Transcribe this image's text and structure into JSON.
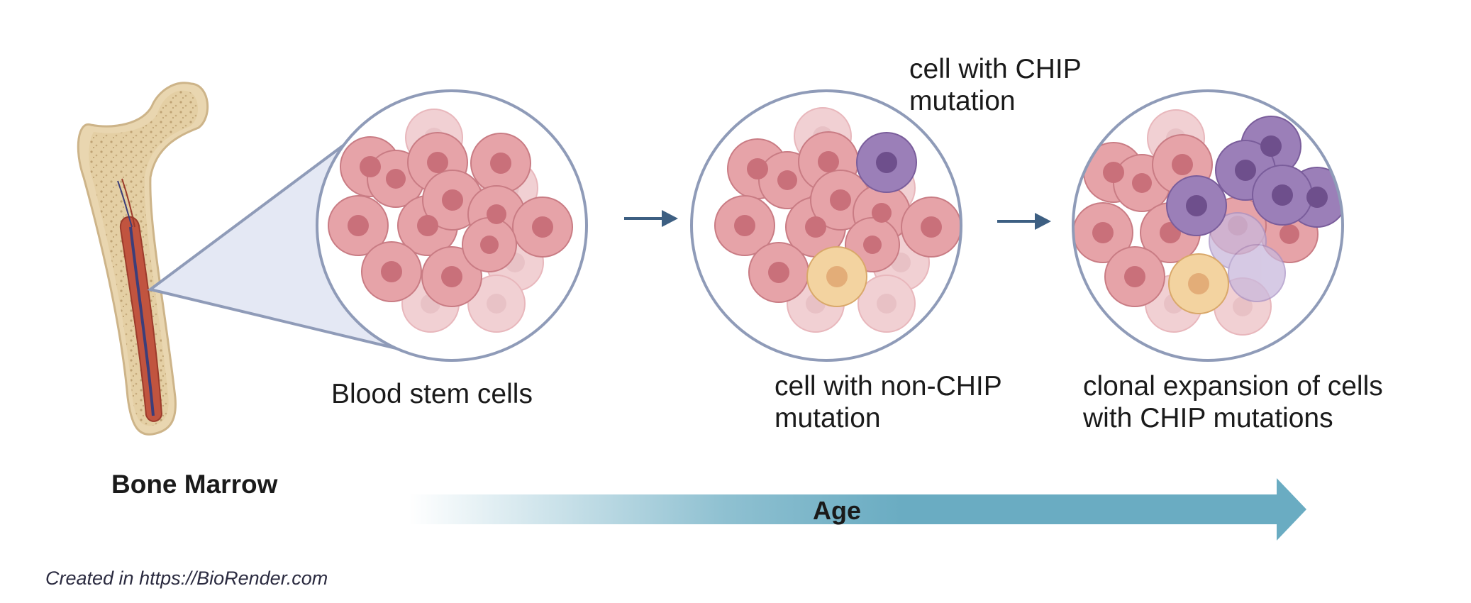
{
  "labels": {
    "chip_top_line1": "cell with CHIP",
    "chip_top_line2": "mutation",
    "stem_cells": "Blood stem cells",
    "nonchip_line1": "cell with non-CHIP",
    "nonchip_line2": "mutation",
    "expansion_line1": "clonal expansion of cells",
    "expansion_line2": "with CHIP mutations",
    "bone_marrow": "Bone Marrow",
    "age": "Age",
    "credit": "Created in https://BioRender.com"
  },
  "colors": {
    "normal_cell": "#e6a3a8",
    "normal_nucleus": "#c9707a",
    "chip_cell": "#9b7fb8",
    "chip_nucleus": "#6e4f8c",
    "nonchip_cell": "#f3d3a0",
    "nonchip_nucleus": "#e3ad78",
    "circle_border": "#8f9bb8",
    "arrow": "#3d5f82",
    "age_arrow": "#6aacc2",
    "bone": "#e9d6b0",
    "marrow": "#c1543f"
  },
  "icons": [
    "bone-icon",
    "right-arrow-icon",
    "magnify-cone-icon"
  ]
}
